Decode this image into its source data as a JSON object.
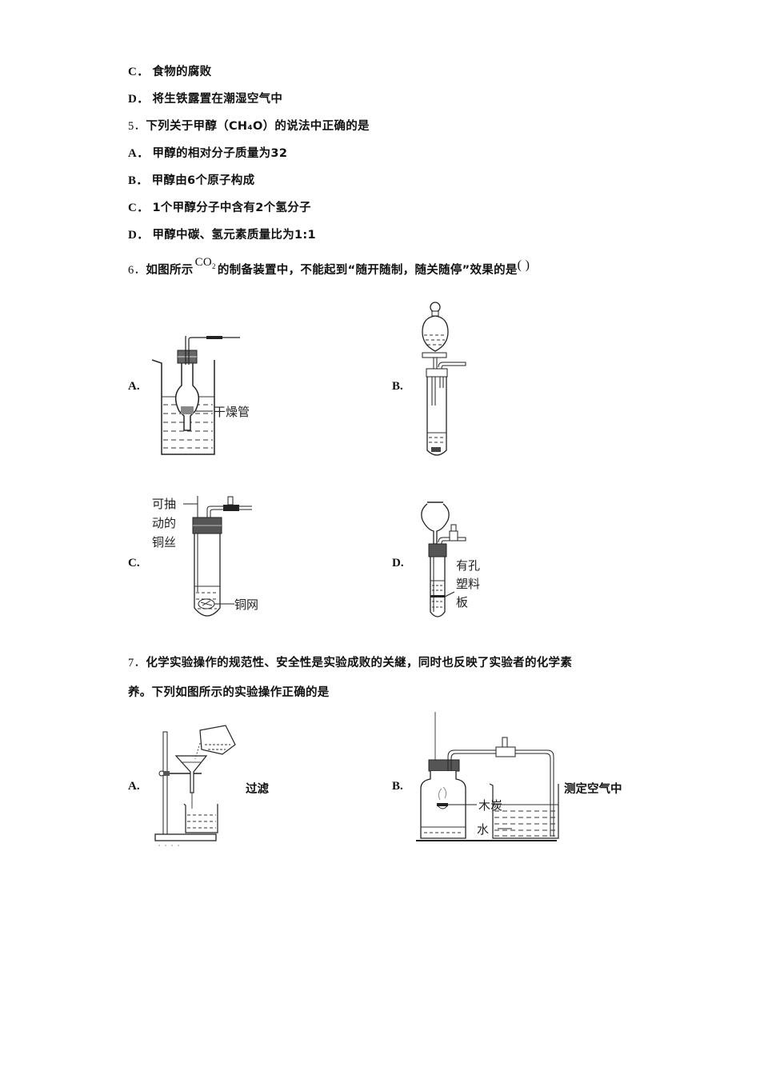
{
  "q4_options_tail": [
    {
      "label": "C．",
      "text": "食物的腐败"
    },
    {
      "label": "D．",
      "text": "将生铁露置在潮湿空气中"
    }
  ],
  "q5": {
    "number": "5．",
    "stem": "下列关于甲醇（CH₄O）的说法中正确的是",
    "options": [
      {
        "label": "A．",
        "text": "甲醇的相对分子质量为32"
      },
      {
        "label": "B．",
        "text": "甲醇由6个原子构成"
      },
      {
        "label": "C．",
        "text": "1个甲醇分子中含有2个氢分子"
      },
      {
        "label": "D．",
        "text": "甲醇中碳、氢元素质量比为1:1"
      }
    ]
  },
  "q6": {
    "number": "6．",
    "stem_before": "如图所示",
    "formula": "CO",
    "formula_sub": "2",
    "stem_after": "的制备装置中，不能起到“随开随制，随关随停”效果的是",
    "paren": "(   )",
    "options": [
      {
        "label": "A.",
        "figure_labels": [
          "干燥管"
        ]
      },
      {
        "label": "B.",
        "figure_labels": []
      },
      {
        "label": "C.",
        "figure_labels": [
          "可抽",
          "动的",
          "铜丝",
          "铜网"
        ]
      },
      {
        "label": "D.",
        "figure_labels": [
          "有孔",
          "塑料",
          "板"
        ]
      }
    ]
  },
  "q7": {
    "number": "7．",
    "stem_line1": "化学实验操作的规范性、安全性是实验成败的关継，同时也反映了实验者的化学素",
    "stem_line2": "养。下列如图所示的实验操作正确的是",
    "options": [
      {
        "label": "A.",
        "caption": "过滤",
        "figure_labels": []
      },
      {
        "label": "B.",
        "caption": "测定空气中",
        "figure_labels": [
          "木炭",
          "水"
        ]
      }
    ]
  }
}
